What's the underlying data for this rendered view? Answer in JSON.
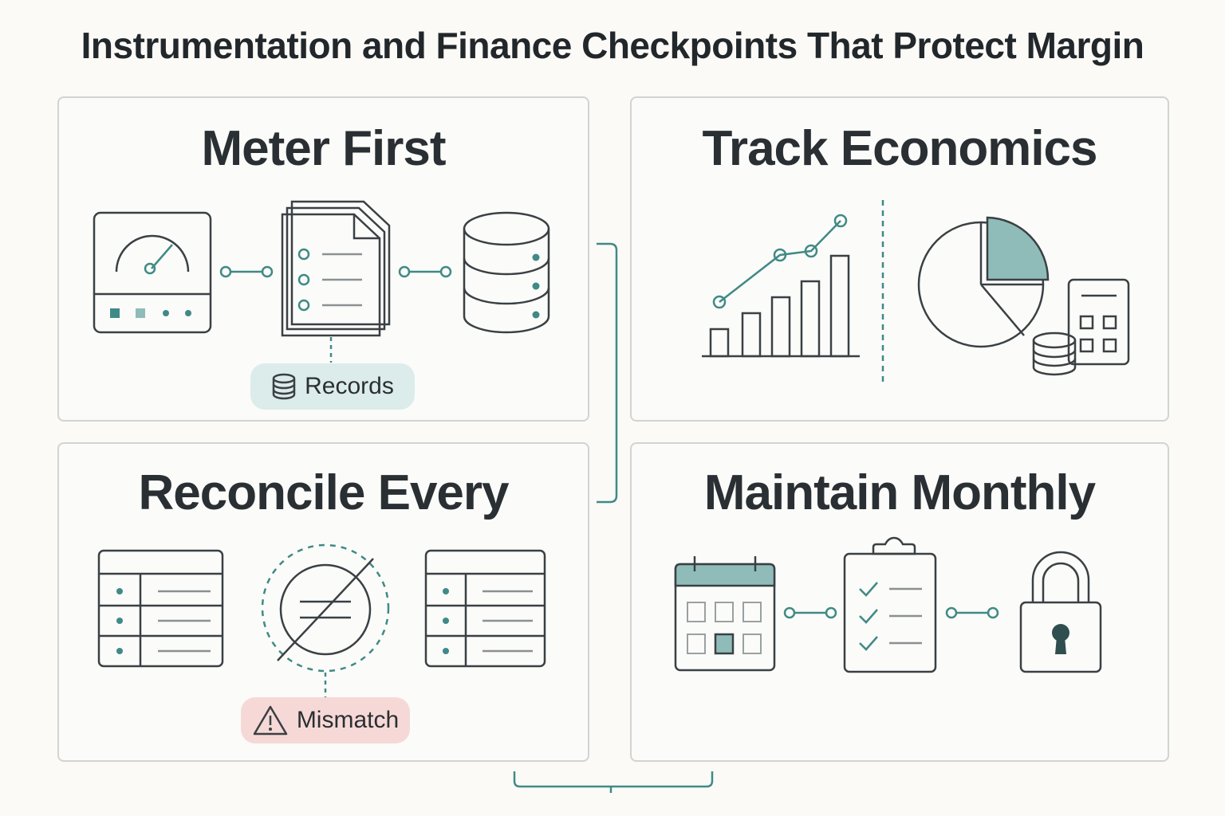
{
  "title": "Instrumentation and Finance Checkpoints That Protect Margin",
  "panels": {
    "meter": {
      "heading": "Meter First",
      "badge": "Records"
    },
    "economics": {
      "heading": "Track Economics"
    },
    "reconcile": {
      "heading": "Reconcile Every",
      "badge": "Mismatch"
    },
    "maintain": {
      "heading": "Maintain Monthly"
    }
  },
  "colors": {
    "accent": "#3f8a86",
    "accent_fill": "#8fbcb8",
    "records_bg": "#dcecea",
    "mismatch_bg": "#f6d9d6",
    "stroke": "#3a4044"
  }
}
